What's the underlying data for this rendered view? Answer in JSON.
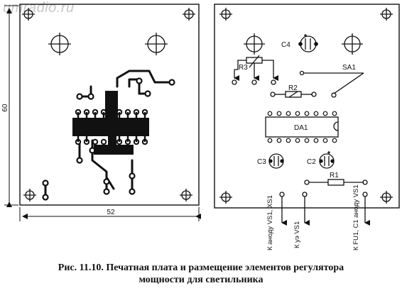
{
  "watermark": "umradio.ru",
  "pcb": {
    "dim_height": "60",
    "dim_width": "52"
  },
  "layout": {
    "labels": {
      "c4": "C4",
      "r3": "R3",
      "sa1": "SA1",
      "r2": "R2",
      "da1": "DA1",
      "c3": "C3",
      "c2": "C2",
      "r1": "R1"
    },
    "leads": {
      "lead1": "К аноду VS1, XS1",
      "lead2": "К уэ VS1",
      "lead3": "К FU1, C1 аноду VS1"
    }
  },
  "caption": {
    "line1": "Рис. 11.10. Печатная плата и размещение элементов регулятора",
    "line2": "мощности для светильника"
  }
}
